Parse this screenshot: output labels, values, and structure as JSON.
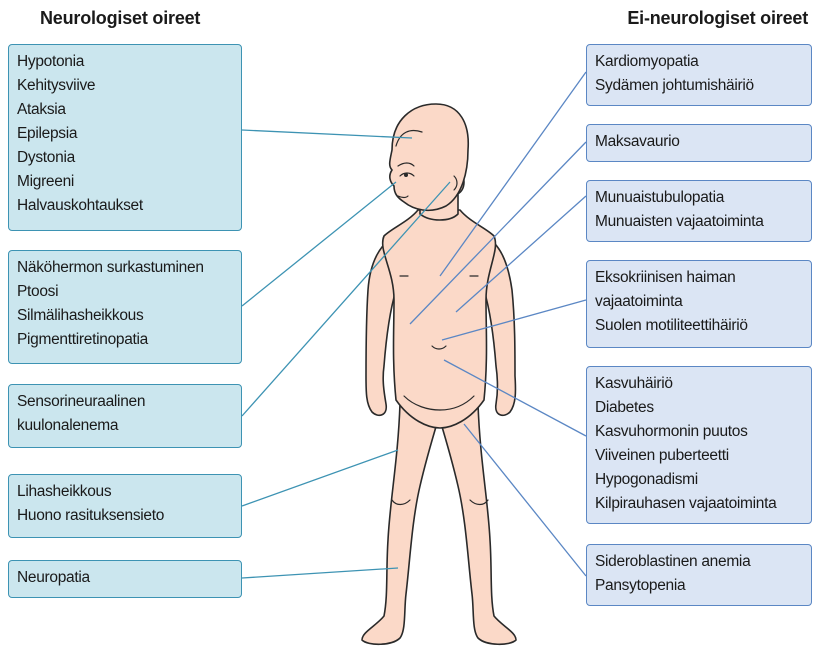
{
  "headings": {
    "left": "Neurologiset oireet",
    "right": "Ei-neurologiset oireet"
  },
  "left_boxes": [
    {
      "items": [
        "Hypotonia",
        "Kehitysviive",
        "Ataksia",
        "Epilepsia",
        "Dystonia",
        "Migreeni",
        "Halvauskohtaukset"
      ]
    },
    {
      "items": [
        "Näköhermon surkastuminen",
        "Ptoosi",
        "Silmälihasheikkous",
        "Pigmenttiretinopatia"
      ]
    },
    {
      "items": [
        "Sensorineuraalinen",
        "kuulonalenema"
      ]
    },
    {
      "items": [
        "Lihasheikkous",
        "Huono rasituksensieto"
      ]
    },
    {
      "items": [
        "Neuropatia"
      ]
    }
  ],
  "right_boxes": [
    {
      "items": [
        "Kardiomyopatia",
        "Sydämen johtumishäiriö"
      ]
    },
    {
      "items": [
        "Maksavaurio"
      ]
    },
    {
      "items": [
        "Munuaistubulopatia",
        "Munuaisten vajaatoiminta"
      ]
    },
    {
      "items": [
        "Eksokriinisen haiman",
        "vajaatoiminta",
        "Suolen motiliteettihäiriö"
      ]
    },
    {
      "items": [
        "Kasvuhäiriö",
        "Diabetes",
        "Kasvuhormonin puutos",
        "Viiveinen puberteetti",
        "Hypogonadismi",
        "Kilpirauhasen vajaatoiminta"
      ]
    },
    {
      "items": [
        "Sideroblastinen anemia",
        "Pansytopenia"
      ]
    }
  ],
  "colors": {
    "left_fill": "#cbe6ee",
    "left_border": "#3d93b3",
    "right_fill": "#dbe5f4",
    "right_border": "#5b87c4",
    "skin": "#fbd9c8",
    "outline": "#2a2a2a"
  }
}
